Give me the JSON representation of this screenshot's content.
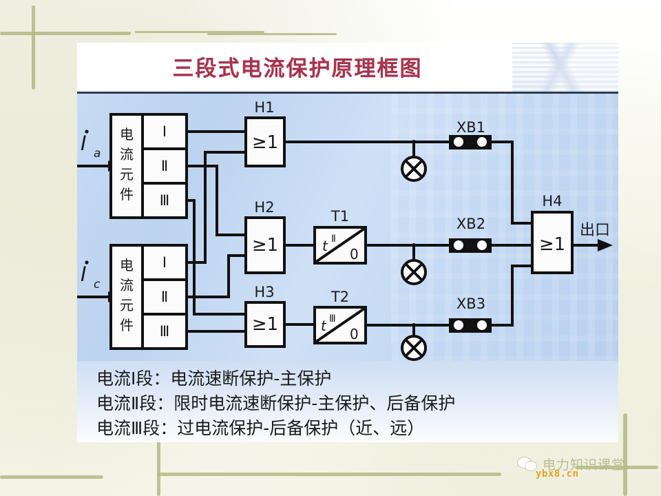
{
  "title": "三段式电流保护原理框图",
  "diagram": {
    "inputs": [
      {
        "name": "input-ia",
        "symbol": "I",
        "sub": "a"
      },
      {
        "name": "input-ic",
        "symbol": "I",
        "sub": "c"
      }
    ],
    "current_elements": [
      {
        "label": "电流元件",
        "stages": [
          "Ⅰ",
          "Ⅱ",
          "Ⅲ"
        ]
      },
      {
        "label": "电流元件",
        "stages": [
          "Ⅰ",
          "Ⅱ",
          "Ⅲ"
        ]
      }
    ],
    "or_gates": [
      {
        "tag": "H1",
        "symbol": "≥1"
      },
      {
        "tag": "H2",
        "symbol": "≥1"
      },
      {
        "tag": "H3",
        "symbol": "≥1"
      },
      {
        "tag": "H4",
        "symbol": "≥1"
      }
    ],
    "timers": [
      {
        "tag": "T1",
        "upper": "t",
        "exponent": "Ⅱ",
        "lower": "0"
      },
      {
        "tag": "T2",
        "upper": "t",
        "exponent": "Ⅲ",
        "lower": "0"
      }
    ],
    "links": [
      {
        "tag": "XB1"
      },
      {
        "tag": "XB2"
      },
      {
        "tag": "XB3"
      }
    ],
    "lamps": [
      "signal-lamp-1",
      "signal-lamp-2",
      "signal-lamp-3"
    ],
    "output_label": "出口"
  },
  "legend": [
    "电流Ⅰ段：电流速断保护-主保护",
    "电流Ⅱ段：限时电流速断保护-主保护、后备保护",
    "电流Ⅲ段：过电流保护-后备保护（近、远）"
  ],
  "watermark": {
    "account": "电力知识课堂",
    "domain": "ybx8.cn"
  },
  "colors": {
    "title": "#a8334c",
    "panel": "#c4d9f2",
    "line": "#111111",
    "watermark": "#b9bd8e",
    "domain": "#e3a31e"
  }
}
